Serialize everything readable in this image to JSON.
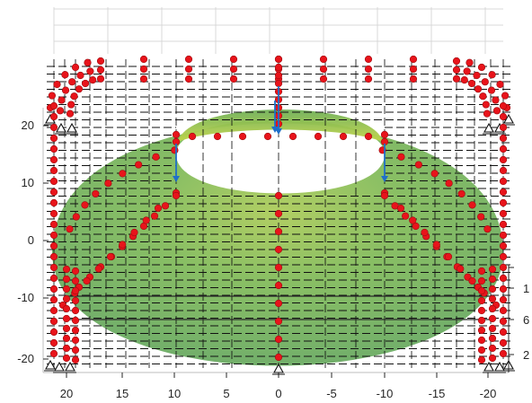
{
  "figure": {
    "x_ticks": [
      "20",
      "15",
      "10",
      "5",
      "0",
      "-5",
      "-10",
      "-15",
      "-20"
    ],
    "y_ticks": [
      "20",
      "10",
      "0",
      "-10",
      "-20"
    ],
    "z_ticks_partial": [
      "1",
      "6",
      "2"
    ]
  },
  "colors": {
    "surface": "#5fa456",
    "surface_light": "#a7c84e",
    "node": "#e8141b",
    "load_arrow": "#1f6fc9",
    "wire": "#111111",
    "grid": "#d9d9d9"
  }
}
